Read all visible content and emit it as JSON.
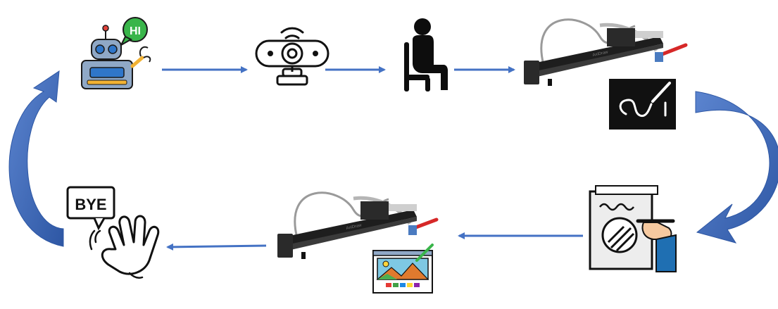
{
  "diagram": {
    "colors": {
      "arrow": "#4472C4",
      "curved_arrow": "#3E66B5",
      "robot_body": "#8FA8C6",
      "robot_accent": "#2F76C9",
      "speech_green": "#39B54A",
      "plotter_body": "#1E1E1E",
      "plotter_rail": "#2A2A2A",
      "pen_red": "#D62828",
      "dark_panel": "#111111",
      "paper": "#F2F2F2",
      "skin": "#F5C9A0",
      "sleeve": "#1F6FB2"
    },
    "steps": [
      {
        "id": "robot",
        "icon": "robot-hi-icon",
        "bubble_text": "HI"
      },
      {
        "id": "webcam",
        "icon": "webcam-icon"
      },
      {
        "id": "person",
        "icon": "seated-person-icon"
      },
      {
        "id": "plotter-sketch",
        "icon": "pen-plotter-sketch-icon",
        "plotter_brand": "AxiDraw"
      },
      {
        "id": "hand-drawing",
        "icon": "hand-drawing-icon"
      },
      {
        "id": "plotter-paint",
        "icon": "pen-plotter-painting-icon",
        "plotter_brand": "AxiDraw"
      },
      {
        "id": "bye",
        "icon": "waving-hand-bye-icon",
        "bubble_text": "BYE"
      }
    ]
  }
}
